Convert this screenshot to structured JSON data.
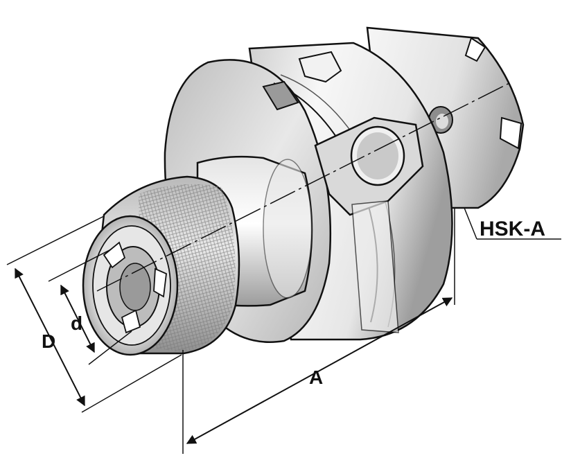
{
  "labels": {
    "interface": "HSK-A",
    "outer_diameter": "D",
    "bore_diameter": "d",
    "length": "A"
  },
  "colors": {
    "line": "#111111",
    "metal_light": "#f4f4f4",
    "metal_mid": "#c8c8c8",
    "metal_dark": "#8a8a8a"
  }
}
